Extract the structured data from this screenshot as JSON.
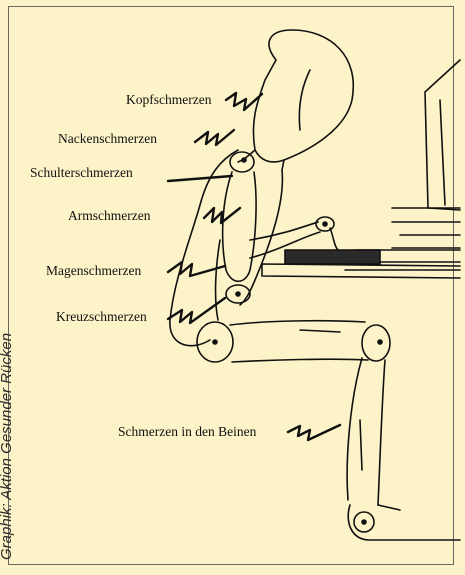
{
  "labels": {
    "head": "Kopfschmerzen",
    "neck": "Nackenschmerzen",
    "shoulder": "Schulterschmerzen",
    "arm": "Armschmerzen",
    "stomach": "Magenschmerzen",
    "lowerback": "Kreuzschmerzen",
    "legs": "Schmerzen in den Beinen"
  },
  "credit": "Graphik: Aktion Gesunder Rücken",
  "colors": {
    "background": "#fcf4c8",
    "ink": "#111111"
  }
}
